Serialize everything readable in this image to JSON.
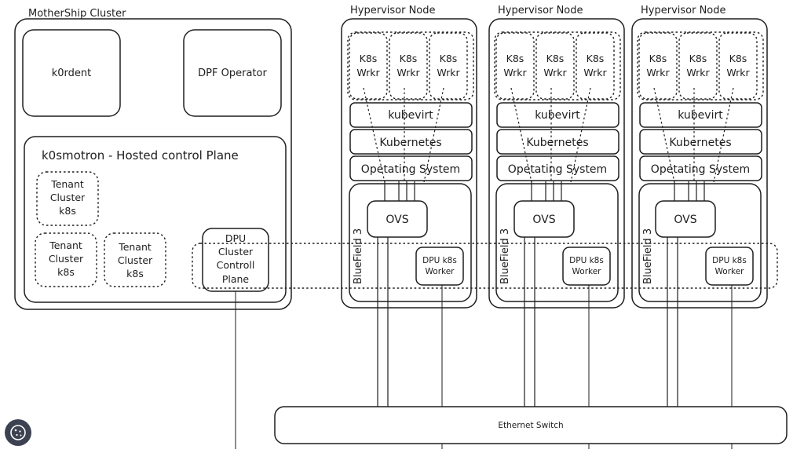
{
  "mothership": {
    "title": "MotherShip Cluster",
    "k0rdent": "k0rdent",
    "dpf_operator": "DPF Operator",
    "hosted_control_plane": "k0smotron - Hosted control Plane",
    "tenants": [
      [
        "Tenant",
        "Cluster",
        "k8s"
      ],
      [
        "Tenant",
        "Cluster",
        "k8s"
      ],
      [
        "Tenant",
        "Cluster",
        "k8s"
      ]
    ],
    "dpu_control_plane": [
      "DPU",
      "Cluster",
      "Controll",
      "Plane"
    ]
  },
  "hypervisor": {
    "title": "Hypervisor Node",
    "worker": [
      "K8s",
      "Wrkr"
    ],
    "kubevirt": "kubevirt",
    "kubernetes": "Kubernetes",
    "os": "Opetating System",
    "bluefield": "BlueField 3",
    "ovs": "OVS",
    "dpu_worker": [
      "DPU k8s",
      "Worker"
    ]
  },
  "switch": {
    "label": "Ethernet Switch"
  },
  "icons": {
    "cookie": "cookie-icon",
    "cookie_bg": "#3d4252"
  }
}
